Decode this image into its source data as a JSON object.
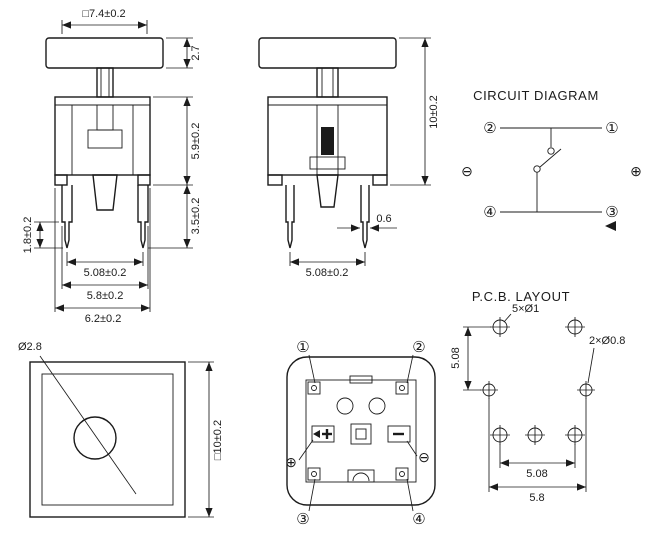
{
  "front_view": {
    "dim_cap_width": "□7.4±0.2",
    "dim_cap_height": "2.7",
    "dim_body_height": "5.9±0.2",
    "dim_pin_length": "3.5±0.2",
    "dim_pin_tip": "1.8±0.2",
    "dim_pin_pitch": "5.08±0.2",
    "dim_base_inner": "5.8±0.2",
    "dim_base_outer": "6.2±0.2"
  },
  "side_view": {
    "dim_total_height": "10±0.2",
    "dim_pin_thickness": "0.6",
    "dim_pin_pitch": "5.08±0.2"
  },
  "circuit_diagram": {
    "title": "CIRCUIT DIAGRAM",
    "terminal_1": "①",
    "terminal_2": "②",
    "terminal_3": "③",
    "terminal_4": "④",
    "led_minus": "⊖",
    "led_plus": "⊕"
  },
  "top_view": {
    "dim_led_hole": "Ø2.8",
    "dim_cap_size": "□10±0.2"
  },
  "bottom_view": {
    "terminal_1": "①",
    "terminal_2": "②",
    "terminal_3": "③",
    "terminal_4": "④",
    "led_plus": "⊕",
    "led_minus": "⊖"
  },
  "pcb_layout": {
    "title": "P.C.B. LAYOUT",
    "label_holes_main": "5×Ø1",
    "label_holes_small": "2×Ø0.8",
    "dim_row_pitch": "5.08",
    "dim_col_pitch": "5.08",
    "dim_led_pitch": "5.8"
  }
}
